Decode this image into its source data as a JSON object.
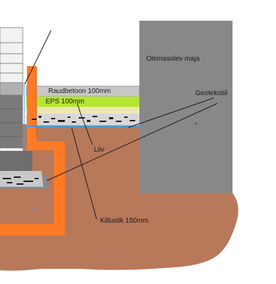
{
  "labels": {
    "existing_house": "Olemasolev maja",
    "concrete_slab": "Raudbetoon 100mm",
    "eps": "EPS 100mm",
    "geotextile": "Geotekstiil",
    "sand": "Liiv",
    "crushed_stone": "Killustik 150mm"
  },
  "colors": {
    "soil": "#b8785a",
    "house_wall": "#888888",
    "concrete": "#c8c8c8",
    "eps": "#b4e632",
    "sand": "#f0e6b4",
    "insulation": "#ff7a26",
    "geotextile": "#3ca0e6",
    "gravel": "#1a1a1a"
  }
}
